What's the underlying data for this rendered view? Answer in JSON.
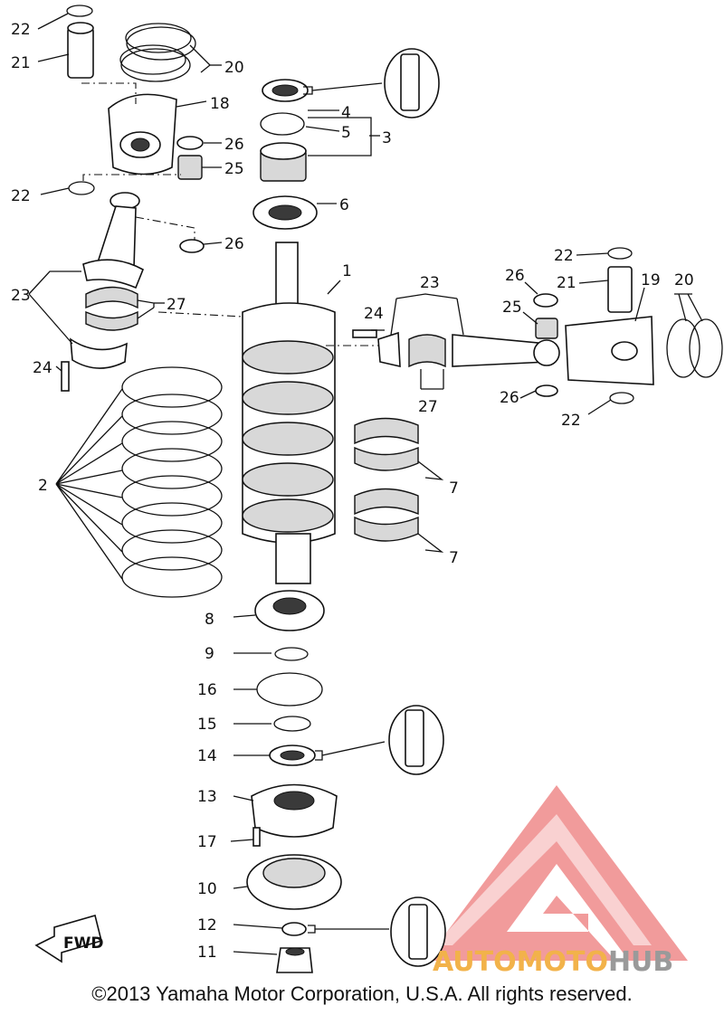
{
  "callouts": [
    {
      "id": "c22a",
      "text": "22"
    },
    {
      "id": "c21a",
      "text": "21"
    },
    {
      "id": "c20a",
      "text": "20"
    },
    {
      "id": "c18",
      "text": "18"
    },
    {
      "id": "c26a",
      "text": "26"
    },
    {
      "id": "c25a",
      "text": "25"
    },
    {
      "id": "c22b",
      "text": "22"
    },
    {
      "id": "c26b",
      "text": "26"
    },
    {
      "id": "c23a",
      "text": "23"
    },
    {
      "id": "c27a",
      "text": "27"
    },
    {
      "id": "c24a",
      "text": "24"
    },
    {
      "id": "c2",
      "text": "2"
    },
    {
      "id": "c4",
      "text": "4"
    },
    {
      "id": "c5",
      "text": "5"
    },
    {
      "id": "c3",
      "text": "3"
    },
    {
      "id": "c6",
      "text": "6"
    },
    {
      "id": "c1",
      "text": "1"
    },
    {
      "id": "c24b",
      "text": "24"
    },
    {
      "id": "c23b",
      "text": "23"
    },
    {
      "id": "c22c",
      "text": "22"
    },
    {
      "id": "c21b",
      "text": "21"
    },
    {
      "id": "c19",
      "text": "19"
    },
    {
      "id": "c20b",
      "text": "20"
    },
    {
      "id": "c26c",
      "text": "26"
    },
    {
      "id": "c25b",
      "text": "25"
    },
    {
      "id": "c27b",
      "text": "27"
    },
    {
      "id": "c26d",
      "text": "26"
    },
    {
      "id": "c22d",
      "text": "22"
    },
    {
      "id": "c7a",
      "text": "7"
    },
    {
      "id": "c7b",
      "text": "7"
    },
    {
      "id": "c8",
      "text": "8"
    },
    {
      "id": "c9",
      "text": "9"
    },
    {
      "id": "c16",
      "text": "16"
    },
    {
      "id": "c15",
      "text": "15"
    },
    {
      "id": "c14",
      "text": "14"
    },
    {
      "id": "c13",
      "text": "13"
    },
    {
      "id": "c17",
      "text": "17"
    },
    {
      "id": "c10",
      "text": "10"
    },
    {
      "id": "c12",
      "text": "12"
    },
    {
      "id": "c11",
      "text": "11"
    }
  ],
  "direction_marker": "FWD",
  "watermark": {
    "part1": "AUTOMOTO",
    "part2": "HUB",
    "color1": "#f2b24a",
    "color2": "#9a9a9a",
    "triangle_color": "#ef8a8a"
  },
  "copyright": "©2013 Yamaha Motor Corporation, U.S.A. All rights reserved."
}
